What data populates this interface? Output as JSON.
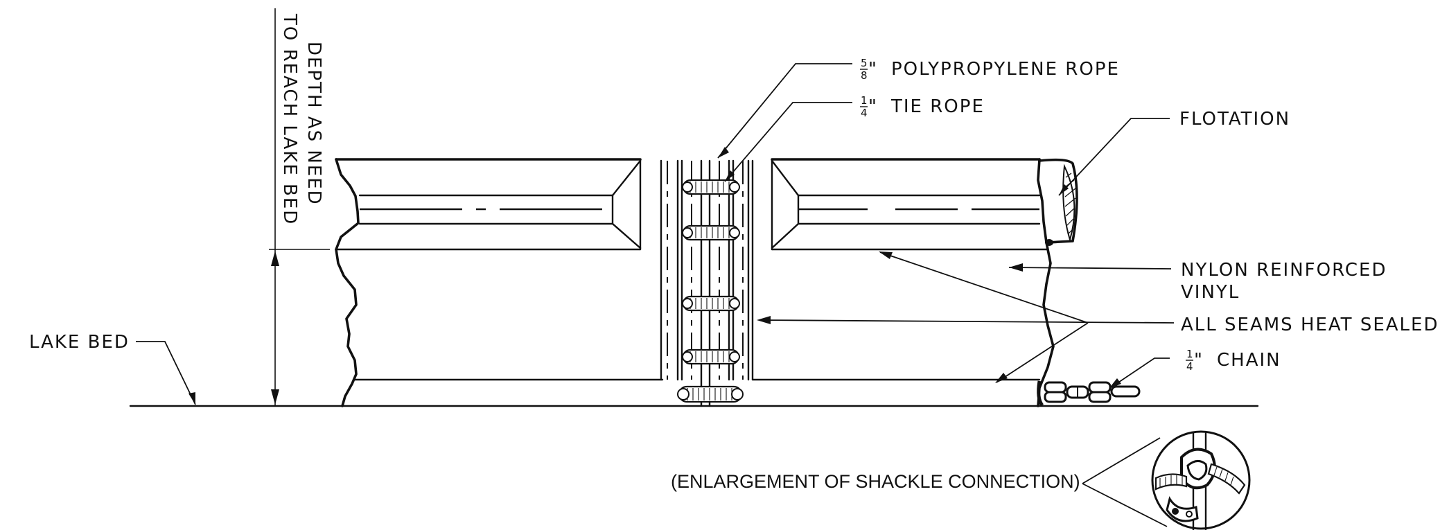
{
  "labels": {
    "depth_line1": "DEPTH AS NEED",
    "depth_line2": "TO REACH LAKE BED",
    "lake_bed": "LAKE BED",
    "polypropylene_rope": "POLYPROPYLENE ROPE",
    "polypropylene_num": "5",
    "polypropylene_den": "8",
    "tie_rope": "TIE ROPE",
    "tie_num": "1",
    "tie_den": "4",
    "flotation": "FLOTATION",
    "nylon_line1": "NYLON  REINFORCED",
    "nylon_line2": "VINYL",
    "all_seams": "ALL  SEAMS  HEAT  SEALED",
    "chain": "CHAIN",
    "chain_num": "1",
    "chain_den": "4",
    "inch_mark": "\"",
    "enlargement": "(ENLARGEMENT OF SHACKLE CONNECTION)"
  }
}
